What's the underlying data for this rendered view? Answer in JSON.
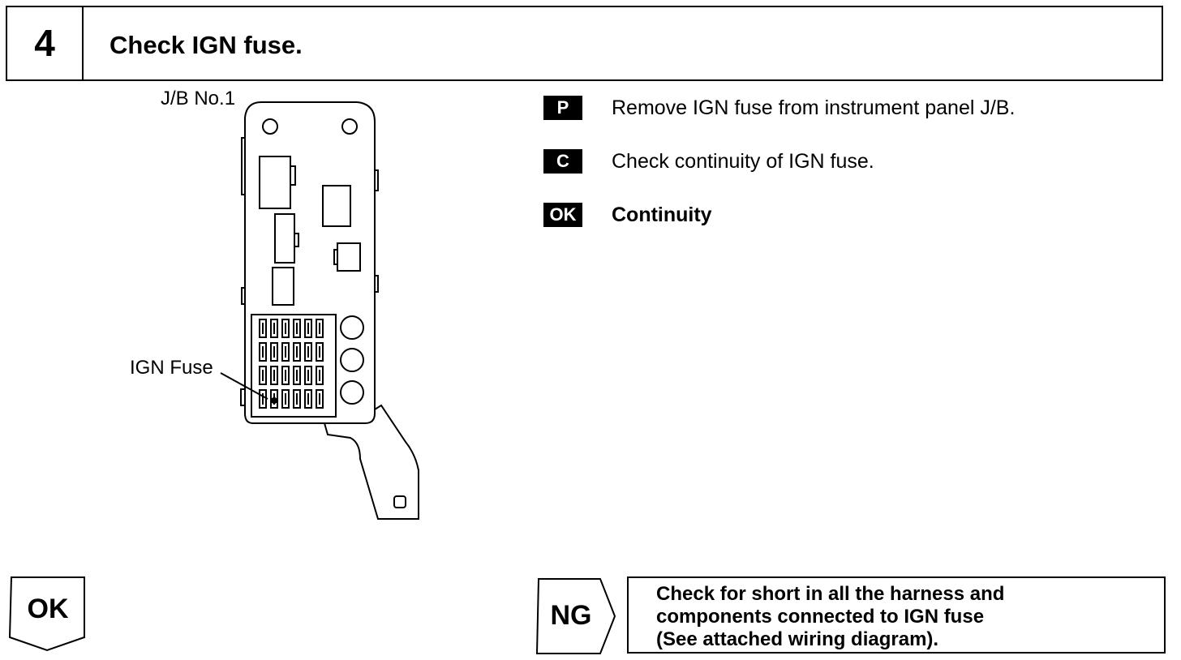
{
  "step": {
    "number": "4",
    "title": "Check IGN fuse."
  },
  "diagram": {
    "jb_label": "J/B No.1",
    "fuse_label": "IGN Fuse"
  },
  "instructions": [
    {
      "badge": "P",
      "text": "Remove IGN fuse from instrument panel J/B."
    },
    {
      "badge": "C",
      "text": "Check continuity of IGN fuse."
    },
    {
      "badge": "OK",
      "text": "Continuity"
    }
  ],
  "results": {
    "ok_label": "OK",
    "ng_label": "NG",
    "ng_action": [
      "Check for short in all the harness and",
      "components connected to IGN fuse",
      "(See attached wiring diagram)."
    ]
  }
}
